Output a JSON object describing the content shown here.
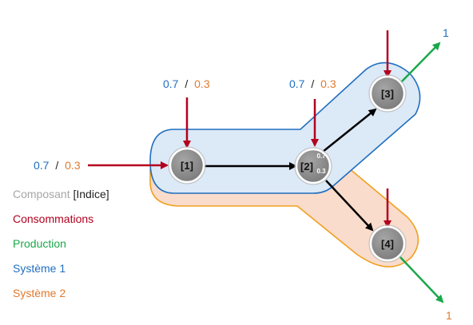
{
  "colors": {
    "system1": "#1f6fc0",
    "system1_fill": "#dce9f6",
    "system2": "#f0a020",
    "system2_fill": "#f9dccb",
    "consumption": "#b2001e",
    "production": "#1aa84a",
    "link": "#000000",
    "node_fill": "#8c8c8c",
    "share2_text": "#e07a2e",
    "legend_component": "#a6a6a6"
  },
  "inputs": {
    "in1": {
      "share1": "0.7",
      "sep": "/",
      "share2": "0.3"
    },
    "in2": {
      "share1": "0.7",
      "sep": "/",
      "share2": "0.3"
    },
    "in_left": {
      "share1": "0.7",
      "sep": "/",
      "share2": "0.3"
    }
  },
  "nodes": {
    "n1": {
      "label": "[1]"
    },
    "n2": {
      "label": "[2]",
      "sub_top": "0.7",
      "sub_bottom": "0.3"
    },
    "n3": {
      "label": "[3]"
    },
    "n4": {
      "label": "[4]"
    }
  },
  "outputs": {
    "out3": "1",
    "out4": "1"
  },
  "legend": {
    "component": "Composant",
    "index": "[Indice]",
    "consumptions": "Consommations",
    "production": "Production",
    "system1": "Système 1",
    "system2": "Système 2"
  }
}
